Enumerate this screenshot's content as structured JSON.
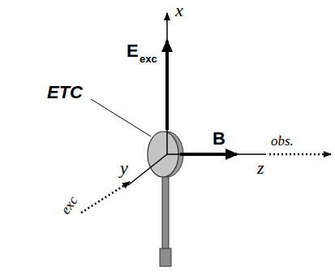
{
  "diagram": {
    "labels": [
      "x",
      "E",
      "exc",
      "ETC",
      "B",
      "z",
      "y",
      "obs.",
      "exc"
    ]
  }
}
